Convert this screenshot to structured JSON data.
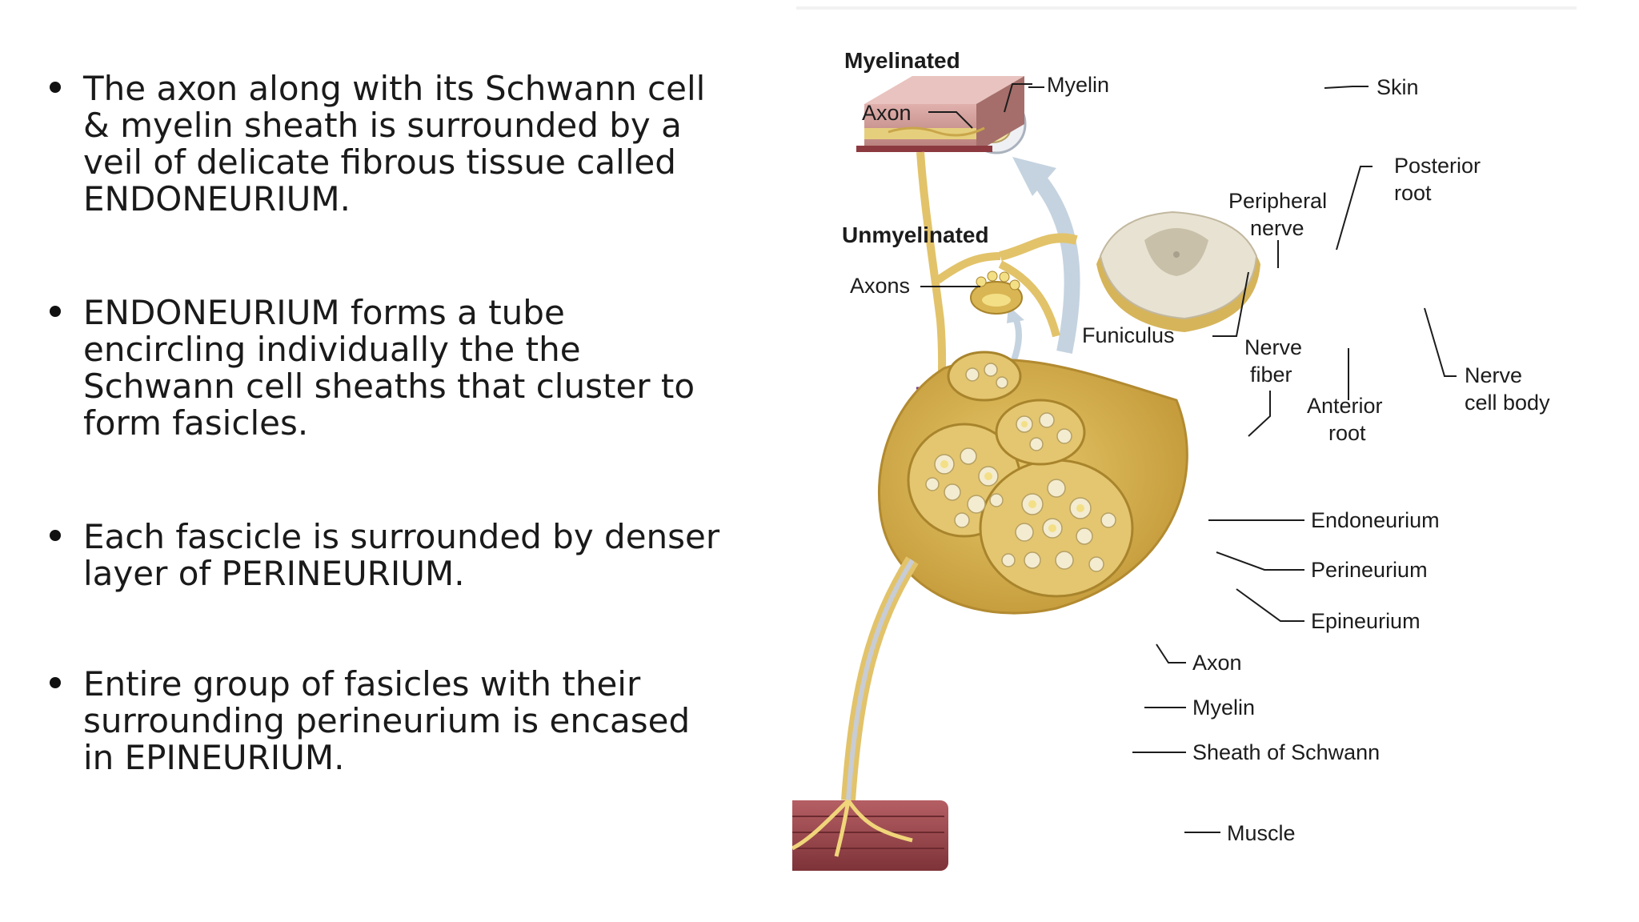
{
  "bullets": [
    "The axon along with its Schwann cell & myelin sheath is surrounded by a veil of delicate fibrous tissue called ENDONEURIUM.",
    "ENDONEURIUM forms a tube encircling individually the the Schwann cell sheaths that cluster to form fasicles.",
    "Each fascicle is surrounded by denser layer of PERINEURIUM.",
    "Entire group of fasicles with their surrounding perineurium is encased in EPINEURIUM."
  ],
  "diagram": {
    "labels": {
      "myelinated": "Myelinated",
      "unmyelinated": "Unmyelinated",
      "axon_top": "Axon",
      "myelin_top": "Myelin",
      "axons": "Axons",
      "skin": "Skin",
      "posterior_root_1": "Posterior",
      "posterior_root_2": "root",
      "peripheral_nerve_1": "Peripheral",
      "peripheral_nerve_2": "nerve",
      "funiculus": "Funiculus",
      "nerve_fiber_1": "Nerve",
      "nerve_fiber_2": "fiber",
      "anterior_root_1": "Anterior",
      "anterior_root_2": "root",
      "nerve_cell_body_1": "Nerve",
      "nerve_cell_body_2": "cell body",
      "endoneurium": "Endoneurium",
      "perineurium": "Perineurium",
      "epineurium": "Epineurium",
      "axon_bottom": "Axon",
      "myelin_bottom": "Myelin",
      "sheath_of_schwann": "Sheath of Schwann",
      "muscle": "Muscle"
    },
    "colors": {
      "nerve_tissue": "#d9b653",
      "nerve_light": "#f0dc9a",
      "fascicle_bg": "#c9a64a",
      "myelin_cell": "#f4ecd0",
      "axon_yellow": "#f3df86",
      "skin": "#c98f8a",
      "muscle": "#9c4a4f",
      "arrow": "#c5d3e0",
      "spinal_cord": "#e8e2d2"
    }
  }
}
